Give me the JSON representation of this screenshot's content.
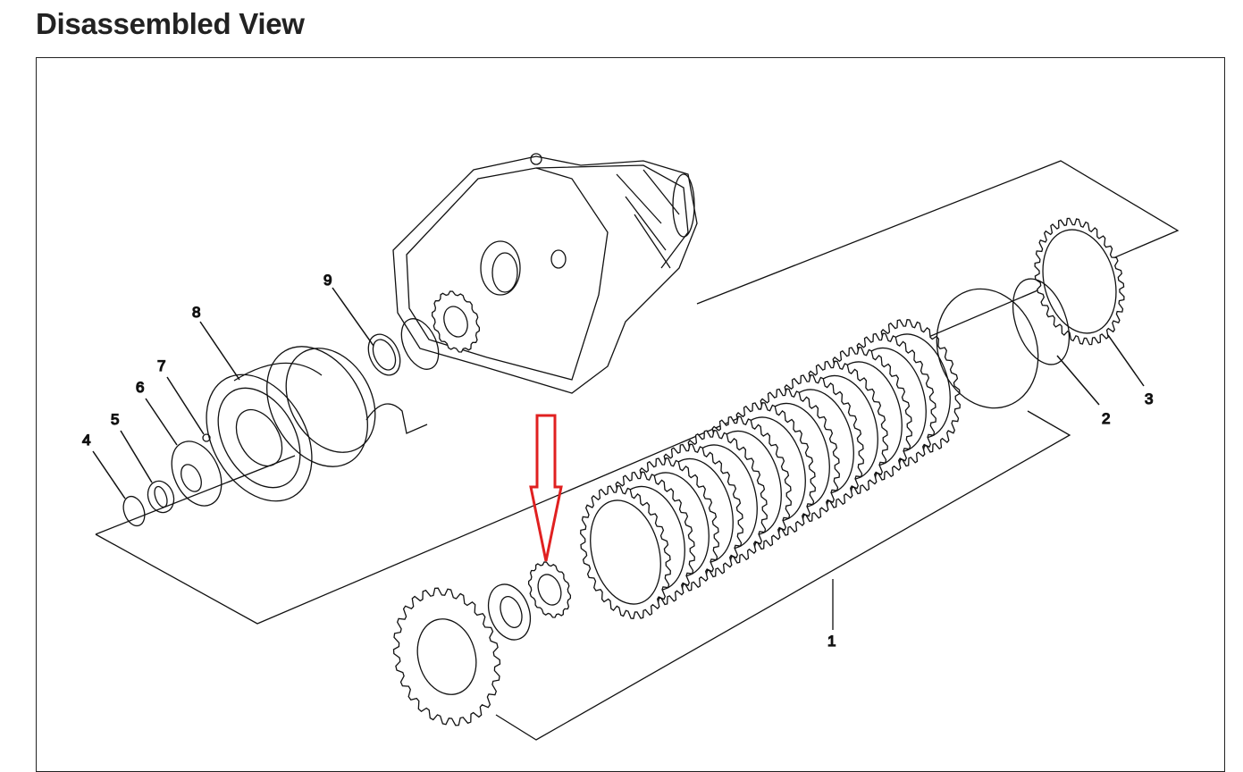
{
  "page": {
    "title": "Disassembled View"
  },
  "diagram": {
    "callouts": [
      {
        "id": "1",
        "label": "1"
      },
      {
        "id": "2",
        "label": "2"
      },
      {
        "id": "3",
        "label": "3"
      },
      {
        "id": "4",
        "label": "4"
      },
      {
        "id": "5",
        "label": "5"
      },
      {
        "id": "6",
        "label": "6"
      },
      {
        "id": "7",
        "label": "7"
      },
      {
        "id": "8",
        "label": "8"
      },
      {
        "id": "9",
        "label": "9"
      }
    ],
    "highlight_color": "#e02020",
    "line_color": "#111111"
  }
}
